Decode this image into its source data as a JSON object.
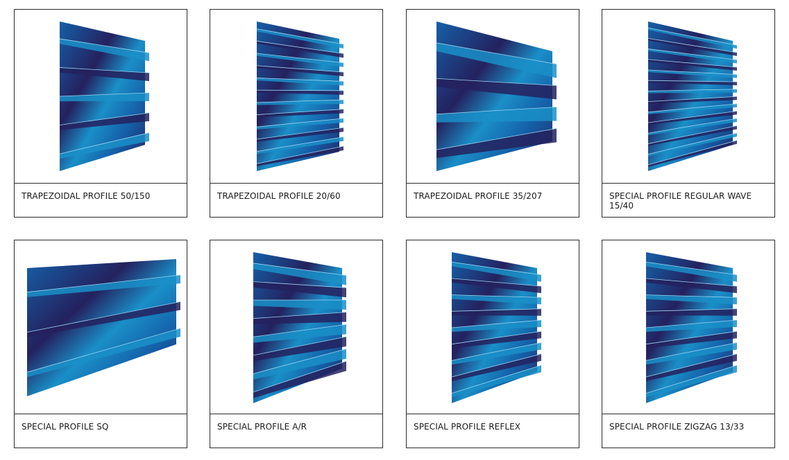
{
  "products": [
    {
      "label": "TRAPEZOIDAL PROFILE 50/150",
      "icon": "trapezoidal-profile-50-150"
    },
    {
      "label": "TRAPEZOIDAL PROFILE 20/60",
      "icon": "trapezoidal-profile-20-60"
    },
    {
      "label": "TRAPEZOIDAL PROFILE 35/207",
      "icon": "trapezoidal-profile-35-207"
    },
    {
      "label": "SPECIAL PROFILE REGULAR WAVE 15/40",
      "icon": "special-profile-regular-wave"
    },
    {
      "label": "SPECIAL PROFILE SQ",
      "icon": "special-profile-sq"
    },
    {
      "label": "SPECIAL PROFILE A/R",
      "icon": "special-profile-ar"
    },
    {
      "label": "SPECIAL PROFILE REFLEX",
      "icon": "special-profile-reflex"
    },
    {
      "label": "SPECIAL PROFILE ZIGZAG 13/33",
      "icon": "special-profile-zigzag"
    }
  ],
  "colors": {
    "light": "#1a8fc8",
    "mid": "#1560a8",
    "dark": "#24215e"
  }
}
